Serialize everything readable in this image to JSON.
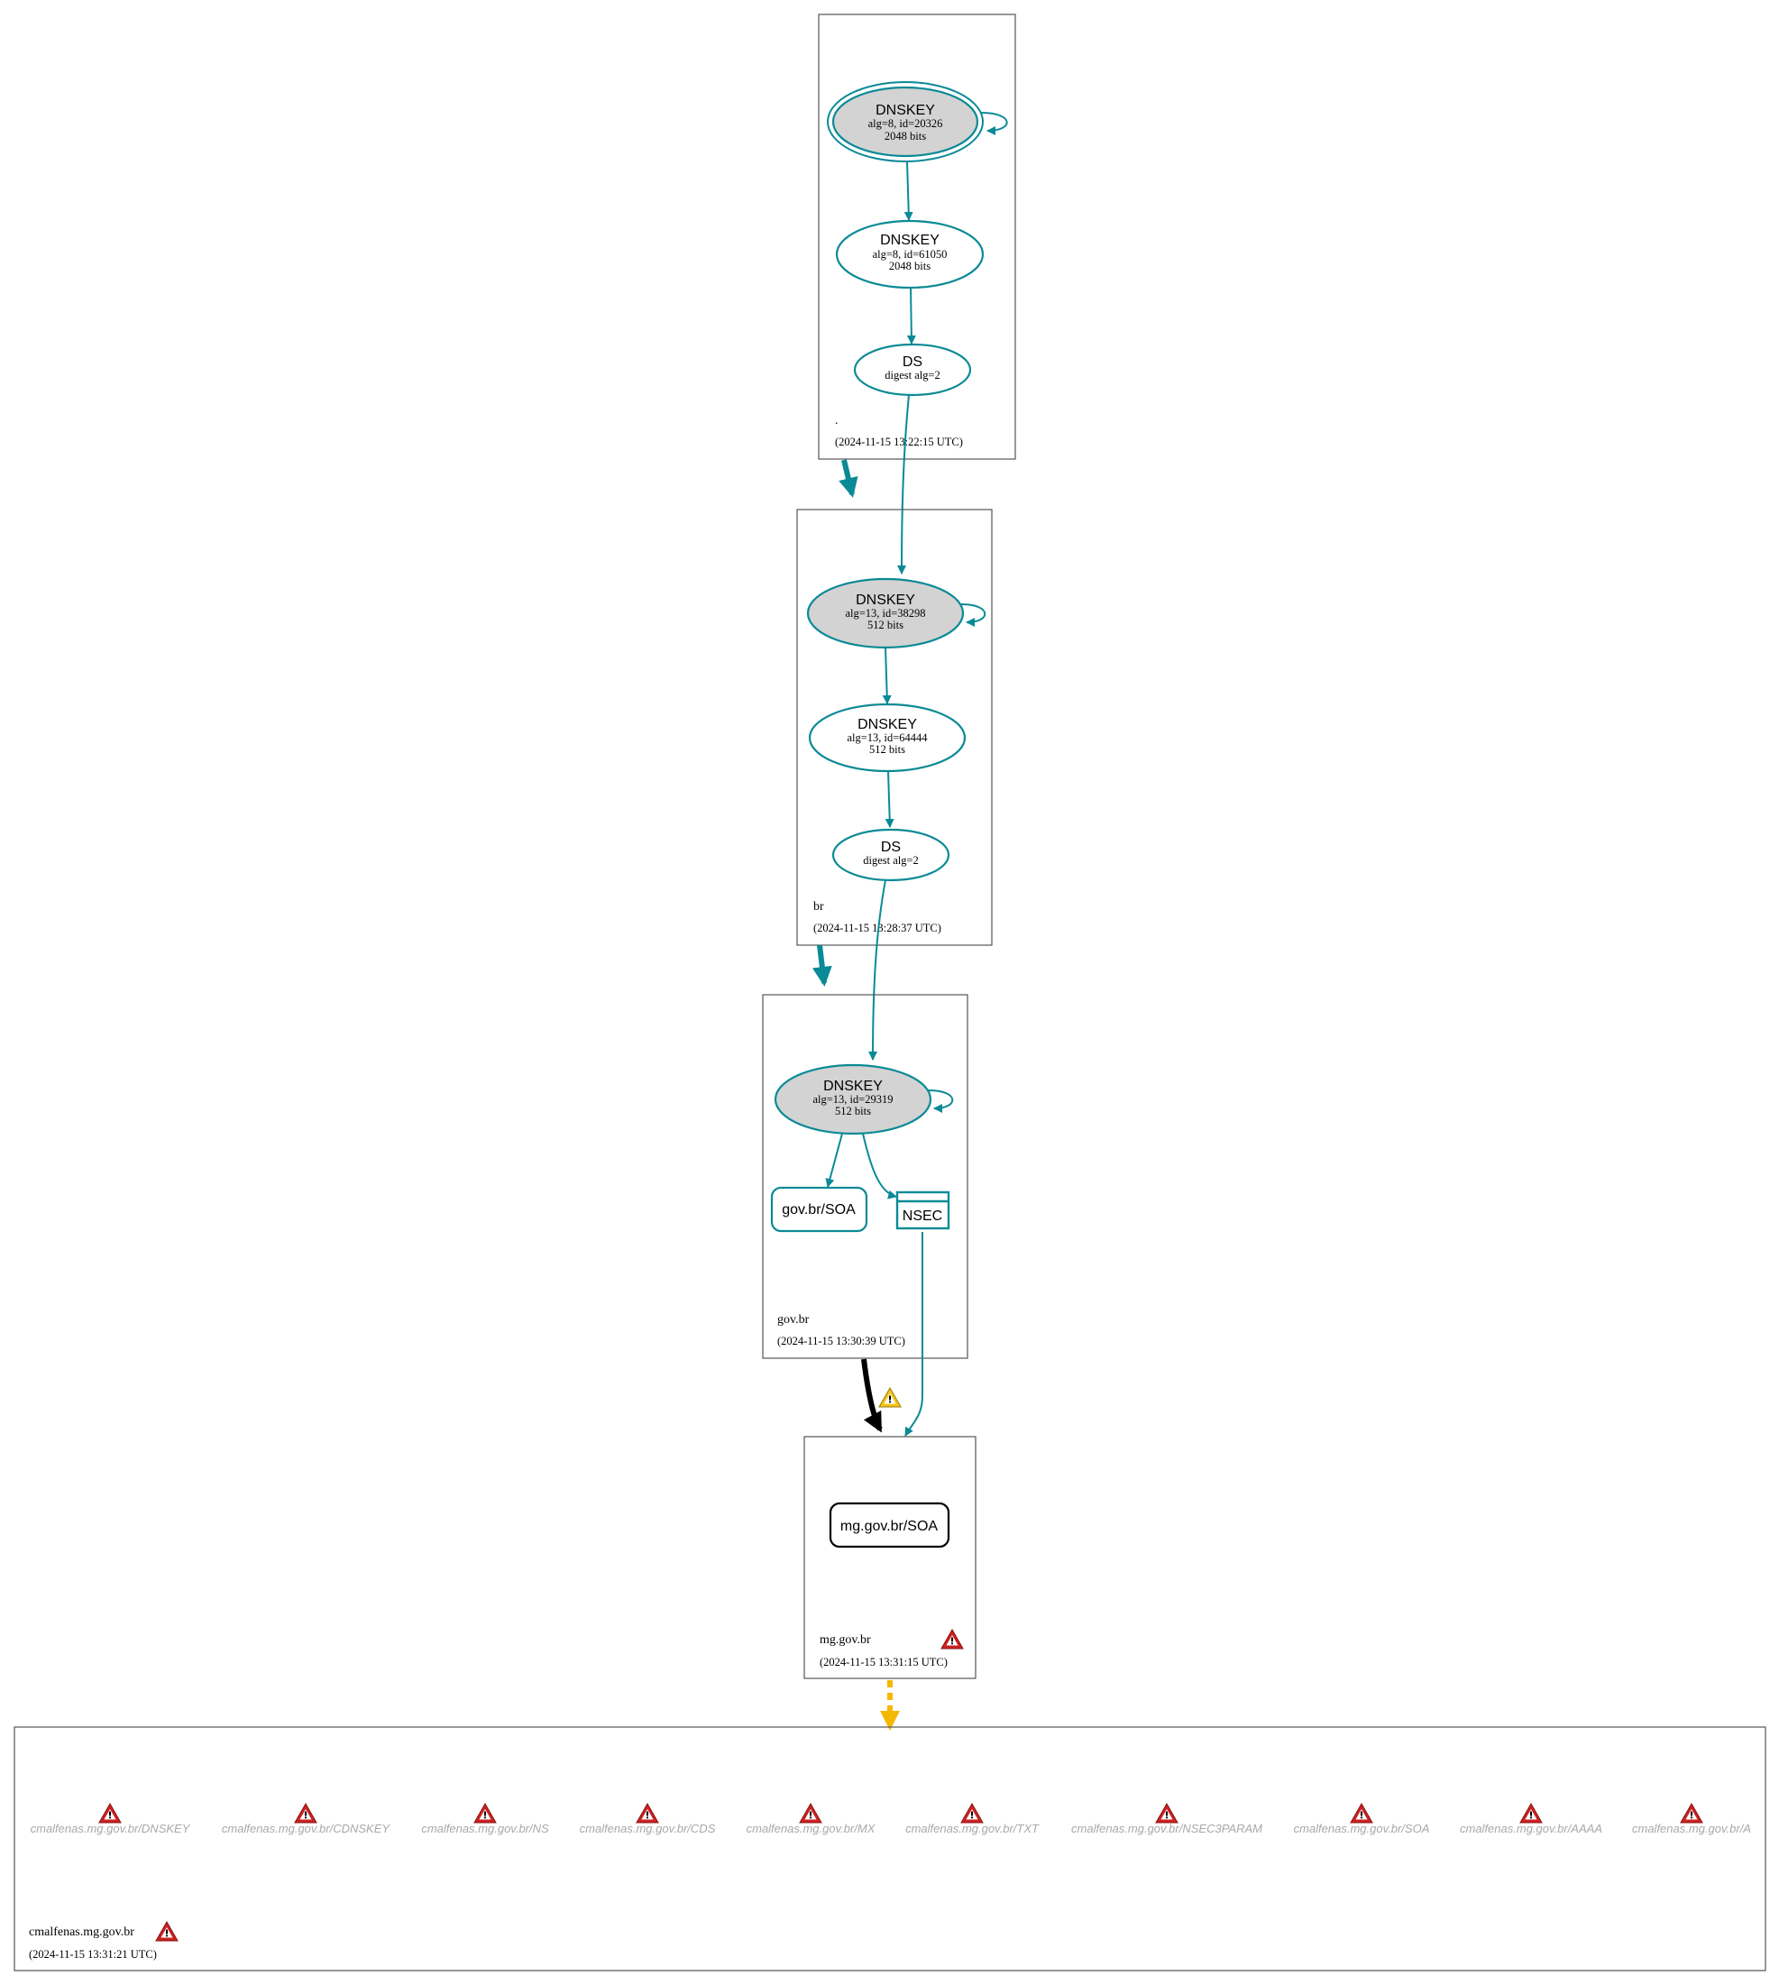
{
  "zones": {
    "root": {
      "name": ".",
      "timestamp": "(2024-11-15 13:22:15 UTC)",
      "ksk": {
        "type": "DNSKEY",
        "detail": "alg=8, id=20326",
        "bits": "2048 bits"
      },
      "zsk": {
        "type": "DNSKEY",
        "detail": "alg=8, id=61050",
        "bits": "2048 bits"
      },
      "ds": {
        "type": "DS",
        "detail": "digest alg=2"
      }
    },
    "br": {
      "name": "br",
      "timestamp": "(2024-11-15 13:28:37 UTC)",
      "ksk": {
        "type": "DNSKEY",
        "detail": "alg=13, id=38298",
        "bits": "512 bits"
      },
      "zsk": {
        "type": "DNSKEY",
        "detail": "alg=13, id=64444",
        "bits": "512 bits"
      },
      "ds": {
        "type": "DS",
        "detail": "digest alg=2"
      }
    },
    "govbr": {
      "name": "gov.br",
      "timestamp": "(2024-11-15 13:30:39 UTC)",
      "ksk": {
        "type": "DNSKEY",
        "detail": "alg=13, id=29319",
        "bits": "512 bits"
      },
      "soa": "gov.br/SOA",
      "nsec": "NSEC"
    },
    "mggovbr": {
      "name": "mg.gov.br",
      "timestamp": "(2024-11-15 13:31:15 UTC)",
      "soa": "mg.gov.br/SOA"
    },
    "cmalfenas": {
      "name": "cmalfenas.mg.gov.br",
      "timestamp": "(2024-11-15 13:31:21 UTC)",
      "records": [
        "cmalfenas.mg.gov.br/DNSKEY",
        "cmalfenas.mg.gov.br/CDNSKEY",
        "cmalfenas.mg.gov.br/NS",
        "cmalfenas.mg.gov.br/CDS",
        "cmalfenas.mg.gov.br/MX",
        "cmalfenas.mg.gov.br/TXT",
        "cmalfenas.mg.gov.br/NSEC3PARAM",
        "cmalfenas.mg.gov.br/SOA",
        "cmalfenas.mg.gov.br/AAAA",
        "cmalfenas.mg.gov.br/A"
      ]
    }
  },
  "colors": {
    "secure": "#0a8a96",
    "ksk_fill": "#d3d3d3",
    "insecure": "#000000",
    "warning_edge": "#f5b800",
    "error_icon": "#cc2222",
    "warning_icon": "#f5c518",
    "muted_text": "#a8a8a8"
  },
  "icons": [
    "error-triangle-icon",
    "warning-triangle-icon"
  ]
}
